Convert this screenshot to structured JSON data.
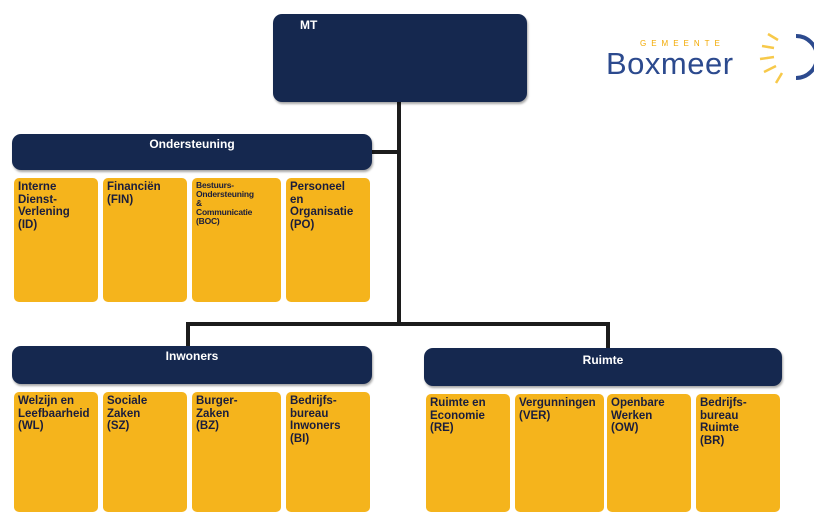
{
  "logo": {
    "top_text": "GEMEENTE",
    "name": "Boxmeer"
  },
  "mt": {
    "label": "MT"
  },
  "ondersteuning": {
    "label": "Ondersteuning",
    "units": [
      "Interne\nDienst-\nVerlening\n(ID)",
      "Financiën\n(FIN)",
      "Bestuurs-\nOndersteuning\n&\nCommunicatie\n(BOC)",
      "Personeel\nen\nOrganisatie\n(PO)"
    ]
  },
  "inwoners": {
    "label": "Inwoners",
    "units": [
      "Welzijn en\nLeefbaarheid\n(WL)",
      "Sociale\nZaken\n(SZ)",
      "Burger-\nZaken\n(BZ)",
      "Bedrijfs-\nbureau\nInwoners\n(BI)"
    ]
  },
  "ruimte": {
    "label": "Ruimte",
    "units": [
      "Ruimte en\nEconomie\n(RE)",
      "Vergunningen\n(VER)",
      "Openbare\nWerken\n(OW)",
      "Bedrijfs-\nbureau\nRuimte\n(BR)"
    ]
  }
}
